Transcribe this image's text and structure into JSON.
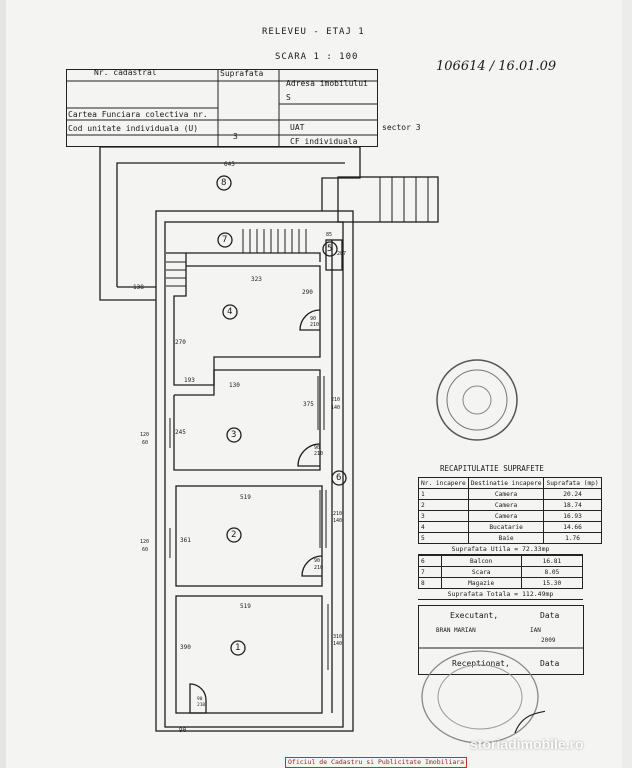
{
  "header": {
    "title": "RELEVEU - ETAJ 1",
    "scale": "SCARA  1 : 100",
    "registration_note": "106614 / 16.01.09",
    "cells": {
      "nr_cadastral": "Nr. cadastral",
      "suprafata": "Suprafata",
      "adresa": "Adresa imobilului",
      "adresa_value": "S",
      "cartea_funciara": "Cartea Funciara colectiva nr.",
      "cod_unitate": "Cod unitate individuala (U)",
      "cod_unitate_value": "3",
      "uat": "UAT",
      "sector": "sector 3",
      "cf_individuala": "CF individuala"
    }
  },
  "plan": {
    "rooms": [
      {
        "id": "8",
        "name": "Magazie"
      },
      {
        "id": "7",
        "name": "Scara"
      },
      {
        "id": "5",
        "name": "Baie"
      },
      {
        "id": "4",
        "name": "Bucatarie"
      },
      {
        "id": "3",
        "name": "Camera"
      },
      {
        "id": "2",
        "name": "Camera"
      },
      {
        "id": "1",
        "name": "Camera"
      },
      {
        "id": "6",
        "name": "Balcon"
      }
    ],
    "dimensions": {
      "d645": "645",
      "d138": "138",
      "d323": "323",
      "d85": "85",
      "d207": "207",
      "d290": "290",
      "d90_210_a": "90",
      "d210_a": "210",
      "d270": "270",
      "d193": "193",
      "d130": "130",
      "d375": "375",
      "d210_140_a": "210",
      "d140_a": "140",
      "d120_60_a": "120",
      "d60_a": "60",
      "d245": "245",
      "d90_210_b": "90",
      "d210_b": "210",
      "d519_a": "519",
      "d210_140_b": "210",
      "d140_b": "140",
      "d120_60_b": "120",
      "d60_b": "60",
      "d361": "361",
      "d90_210_c": "90",
      "d210_c": "210",
      "d519_b": "519",
      "d310_140": "310",
      "d140_c": "140",
      "d390": "390",
      "d90_210_d": "90",
      "d210_d": "210",
      "d90": "90"
    }
  },
  "recap": {
    "title": "RECAPITULATIE SUPRAFETE",
    "columns": [
      "Nr. incapere",
      "Destinatie incapere",
      "Suprafata (mp)"
    ],
    "rows": [
      {
        "nr": "1",
        "dest": "Camera",
        "sup": "20.24"
      },
      {
        "nr": "2",
        "dest": "Camera",
        "sup": "18.74"
      },
      {
        "nr": "3",
        "dest": "Camera",
        "sup": "16.93"
      },
      {
        "nr": "4",
        "dest": "Bucatarie",
        "sup": "14.66"
      },
      {
        "nr": "5",
        "dest": "Baie",
        "sup": "1.76"
      }
    ],
    "suprafata_utila": "Suprafata Utila = 72.33mp",
    "rows2": [
      {
        "nr": "6",
        "dest": "Balcon",
        "sup": "16.81"
      },
      {
        "nr": "7",
        "dest": "Scara",
        "sup": "8.05"
      },
      {
        "nr": "8",
        "dest": "Magazie",
        "sup": "15.30"
      }
    ],
    "suprafata_totala": "Suprafata Totala = 112.49mp",
    "executant_label": "Executant,",
    "data_label": "Data",
    "executant_name": "BRAN MARIAN",
    "month": "IAN",
    "year": "2009",
    "receptionat_label": "Receptionat,",
    "data_label2": "Data"
  },
  "footer": {
    "office": "Oficiul de Cadastru si Publicitate Imobiliara",
    "watermark": "storiadimobile.ro"
  }
}
